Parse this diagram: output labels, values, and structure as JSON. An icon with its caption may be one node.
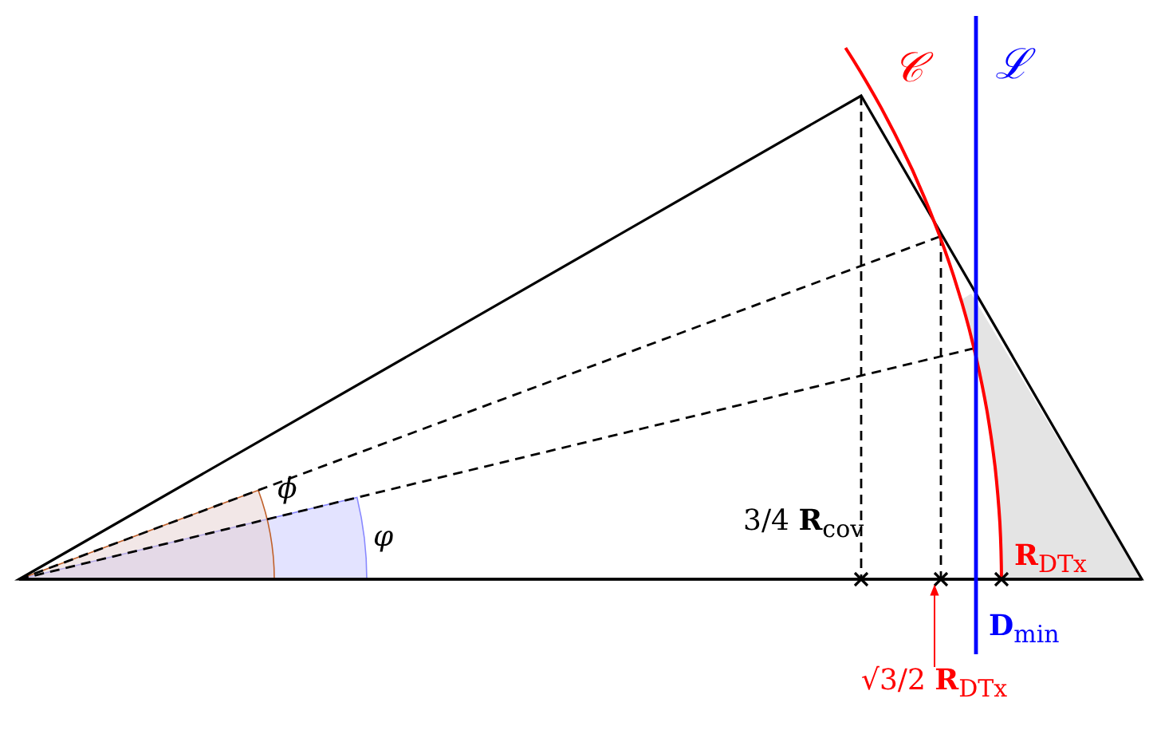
{
  "diagram": {
    "nodes": [
      {
        "text": [
          "√3/2 **R**$_{DTx}$"
        ]
      },
      {
        "text": [],
        "shape": "cross"
      }
    ],
    "edges": [
      {
        "from": 0,
        "to": 1,
        "arrow": "to",
        "color": "#ff0000"
      }
    ],
    "labels": [
      "𝒞",
      "ℒ",
      "ϕ",
      "φ",
      "3/4 **R**$_{cov}$",
      "**R**$_{DTx}$",
      "**D**$_{min}$"
    ]
  }
}
